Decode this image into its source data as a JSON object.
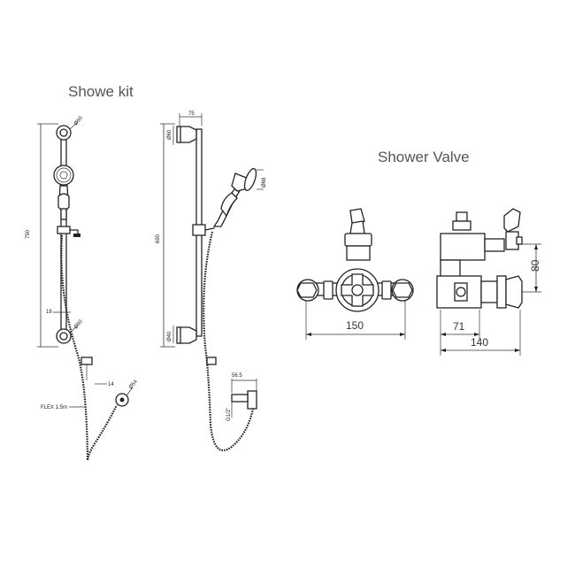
{
  "titles": {
    "kit": "Showe kit",
    "valve": "Shower Valve"
  },
  "kit_front_dims": {
    "bracket_dia_top": "Ø60",
    "rail_height": "750",
    "bracket_offset": "18",
    "bracket_dia_bottom": "Ø60",
    "hose_label": "FLEX 1.5m",
    "elbow_size": "14",
    "elbow_dia": "Ø54"
  },
  "kit_side_dims": {
    "projection": "75",
    "bracket_height_top": "Ø60",
    "rail_centres": "690",
    "handset_dia": "Ø68",
    "bracket_height_bottom": "Ø40",
    "outlet_projection": "56.5",
    "thread": "G1/2\""
  },
  "valve_dims": {
    "width": "150",
    "depth_to_handle": "71",
    "overall_depth": "140",
    "height": "80"
  }
}
